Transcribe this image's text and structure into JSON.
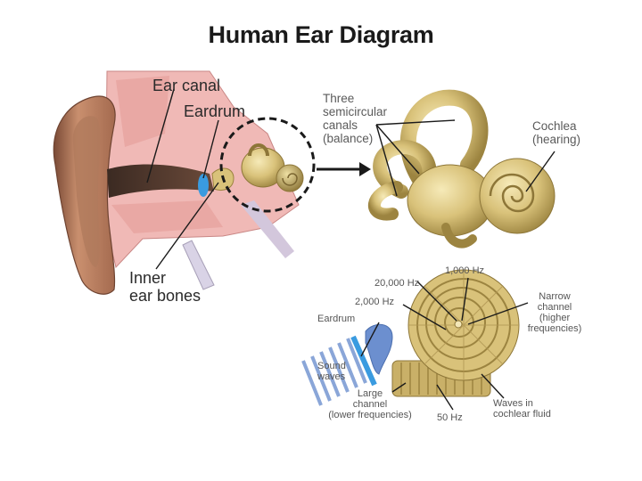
{
  "title": "Human Ear Diagram",
  "outer_ear": {
    "ear_canal": "Ear canal",
    "eardrum": "Eardrum",
    "inner_ear_bones": "Inner\near bones"
  },
  "inner_ear": {
    "semicircular_canals": "Three\nsemicircular\ncanals\n(balance)",
    "cochlea": "Cochlea\n(hearing)"
  },
  "cochlea_detail": {
    "hz_1000": "1,000 Hz",
    "hz_20000": "20,000 Hz",
    "hz_2000": "2,000 Hz",
    "eardrum": "Eardrum",
    "narrow_channel": "Narrow\nchannel\n(higher\nfrequencies)",
    "sound_waves": "Sound\nwaves",
    "large_channel": "Large\nchannel\n(lower frequencies)",
    "hz_50": "50 Hz",
    "waves_in_fluid": "Waves in\ncochlear fluid"
  },
  "colors": {
    "skin": "#c98f6e",
    "skin_dark": "#8a5a44",
    "tissue_pink": "#f0b9b6",
    "bone_gold": "#d9c27a",
    "eardrum_blue": "#3a9be0",
    "sound_wave_blue": "#8aa6d8"
  }
}
